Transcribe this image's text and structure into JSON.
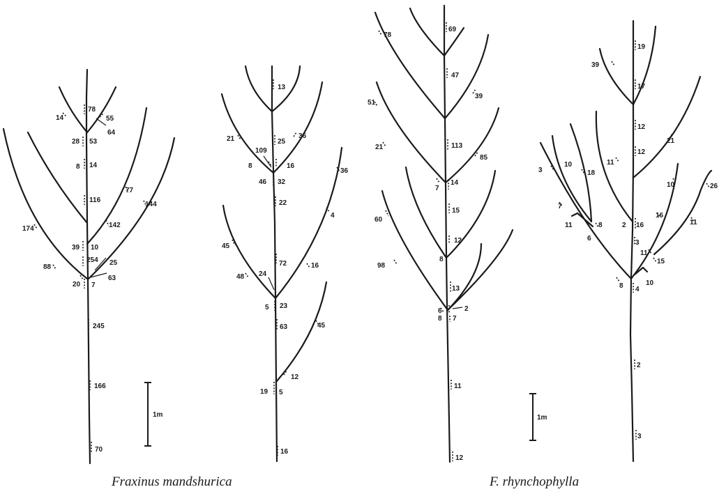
{
  "captions": {
    "left": "Fraxinus mandshurica",
    "right": "F. rhynchophylla"
  },
  "scale_bar_label": "1m",
  "trees": [
    {
      "name": "tree-1",
      "labels": [
        "14",
        "78",
        "55",
        "64",
        "28",
        "53",
        "8",
        "14",
        "116",
        "77",
        "144",
        "142",
        "174",
        "39",
        "10",
        "254",
        "25",
        "88",
        "63",
        "20",
        "7",
        "245",
        "166",
        "70"
      ]
    },
    {
      "name": "tree-2",
      "labels": [
        "13",
        "21",
        "25",
        "36",
        "109",
        "8",
        "16",
        "46",
        "32",
        "36",
        "22",
        "4",
        "45",
        "72",
        "48",
        "24",
        "16",
        "5",
        "23",
        "63",
        "45",
        "12",
        "19",
        "5",
        "16"
      ]
    },
    {
      "name": "tree-3",
      "labels": [
        "78",
        "69",
        "47",
        "39",
        "51",
        "113",
        "85",
        "21",
        "7",
        "14",
        "15",
        "60",
        "12",
        "8",
        "98",
        "13",
        "6",
        "2",
        "8",
        "7",
        "11",
        "12"
      ]
    },
    {
      "name": "tree-4",
      "labels": [
        "19",
        "39",
        "17",
        "12",
        "21",
        "11",
        "12",
        "3",
        "10",
        "18",
        "10",
        "26",
        "16",
        "7",
        "2",
        "16",
        "11",
        "8",
        "11",
        "6",
        "3",
        "11",
        "15",
        "8",
        "4",
        "10",
        "2",
        "3"
      ]
    }
  ]
}
